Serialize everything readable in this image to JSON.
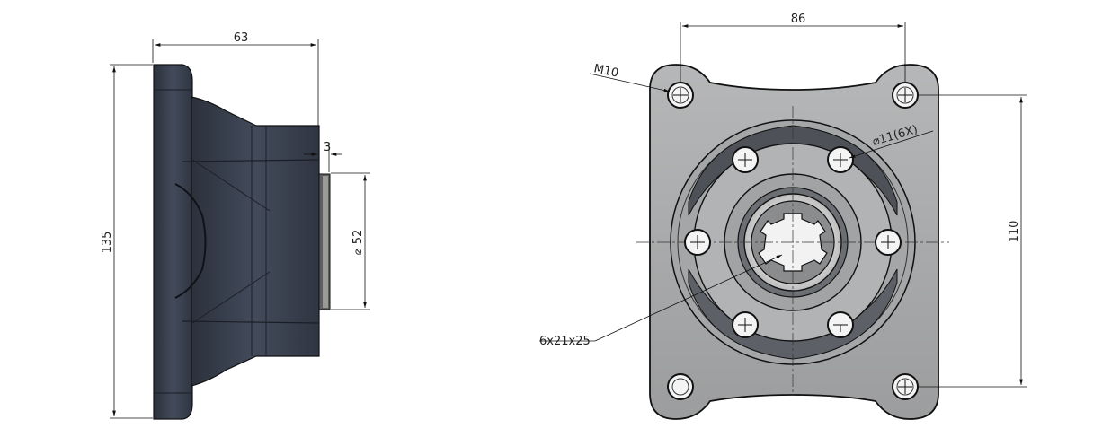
{
  "drawing": {
    "side_view": {
      "dimension_length": "63",
      "dimension_height": "135",
      "dimension_step": "3",
      "dimension_pilot_diameter": "⌀ 52"
    },
    "front_view": {
      "dimension_mount_spacing_h": "86",
      "dimension_mount_spacing_v": "110",
      "callout_thread": "M10",
      "callout_holes": "⌀11(6X)",
      "callout_spline": "6x21x25"
    },
    "colors": {
      "side_body": "#3a4150",
      "front_plate": "#a9aaab",
      "line": "#111111"
    }
  }
}
